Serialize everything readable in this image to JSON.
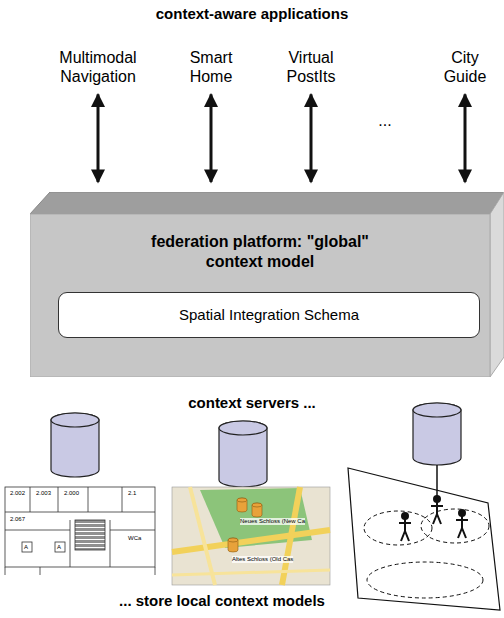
{
  "diagram": {
    "title": "context-aware applications",
    "nodes": [
      {
        "text": [
          "Multimodal Navigation"
        ]
      },
      {
        "text": [
          "Smart Home"
        ]
      },
      {
        "text": [
          "Virtual PostIts"
        ]
      },
      {
        "text": [
          "City Guide"
        ]
      },
      {
        "text": [
          "federation platform: \"global\" context model"
        ]
      },
      {
        "text": [
          "Spatial Integration Schema"
        ],
        "in": 4
      }
    ],
    "edges": [
      {
        "from": 0,
        "to": 4,
        "arrow": "both"
      },
      {
        "from": 1,
        "to": 4,
        "arrow": "both"
      },
      {
        "from": 2,
        "to": 4,
        "arrow": "both"
      },
      {
        "from": 3,
        "to": 4,
        "arrow": "both"
      }
    ],
    "labels": [
      "...",
      "context servers ...",
      "... store local context models",
      "2.002",
      "2.003",
      "2.000",
      "2.1",
      "2.067",
      "A",
      "A",
      "WCa",
      "Neues Schloss (New Ca",
      "Altes Schloss (Old Cas"
    ]
  }
}
